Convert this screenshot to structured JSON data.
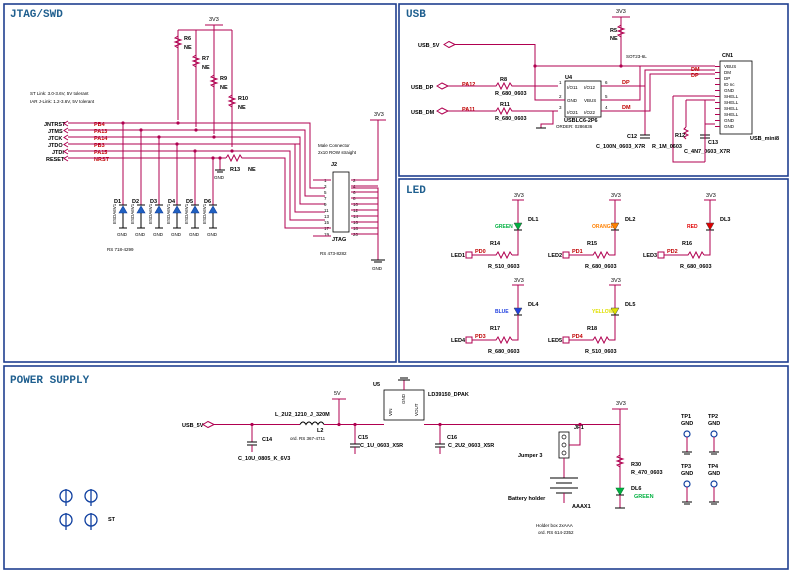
{
  "sections": {
    "jtag": "JTAG/SWD",
    "usb": "USB",
    "led": "LED",
    "power": "POWER SUPPLY"
  },
  "jtag": {
    "vcc": "3V3",
    "vcc2": "3V3",
    "note1": "ST Link: 3.0-3.6V, 5V tolerant",
    "note2": "IAR J-Link: 1.2-3.6V, 5V tolerant",
    "signals": [
      "JNTRST",
      "JTMS",
      "JTCK",
      "JTDO",
      "JTDI",
      "RESET"
    ],
    "pins": [
      "PB4",
      "PA13",
      "PA14",
      "PB3",
      "PA15",
      "NRST"
    ],
    "resistors": [
      {
        "ref": "R6",
        "val": "NE"
      },
      {
        "ref": "R7",
        "val": "NE"
      },
      {
        "ref": "R9",
        "val": "NE"
      },
      {
        "ref": "R10",
        "val": "NE"
      }
    ],
    "r13": {
      "ref": "R13",
      "val": "NE"
    },
    "diodes": [
      "D1",
      "D2",
      "D3",
      "D4",
      "D5",
      "D6"
    ],
    "diode_type": "ESDA6V1",
    "gnd": "GND",
    "diode_order": "RS 718-4299",
    "connector": {
      "ref": "J2",
      "desc1": "Male Connector",
      "desc2": "2x10 ROW straight",
      "name": "JTAG",
      "order": "RS 473-8282",
      "left_pins": [
        "1",
        "3",
        "5",
        "7",
        "9",
        "11",
        "13",
        "15",
        "17",
        "19"
      ],
      "right_pins": [
        "2",
        "4",
        "6",
        "8",
        "10",
        "12",
        "14",
        "16",
        "18",
        "20"
      ]
    }
  },
  "usb": {
    "vcc": "3V3",
    "in_5v": "USB_5V",
    "in_dp": "USB_DP",
    "in_dm": "USB_DM",
    "pa12": "PA12",
    "pa11": "PA11",
    "r5": {
      "ref": "R5",
      "val": "NE"
    },
    "r8": {
      "ref": "R8",
      "val": "R_680_0603"
    },
    "r11": {
      "ref": "R11",
      "val": "R_680_0603"
    },
    "u4": {
      "ref": "U4",
      "name": "USBLC6-2P6",
      "order": "ORDER: 0286836",
      "pin_labels": [
        "I/O11",
        "I/O12",
        "GND",
        "VBUS",
        "I/O21",
        "I/O22"
      ],
      "pins": [
        "1",
        "2",
        "3",
        "4",
        "5",
        "6"
      ]
    },
    "sot": "SOT23-6L",
    "dp": "DP",
    "dm": "DM",
    "c12": {
      "ref": "C12",
      "val": "C_100N_0603_X7R"
    },
    "r12": {
      "ref": "R12",
      "val": "R_1M_0603"
    },
    "c13": {
      "ref": "C13",
      "val": "C_4N7_0603_X7R"
    },
    "cn1": {
      "ref": "CN1",
      "name": "USB_mini8",
      "pins": [
        "VBUS",
        "DM",
        "DP",
        "ID nc",
        "GND",
        "SHELL",
        "SHELL",
        "SHELL",
        "SHELL",
        "GND",
        "GND"
      ]
    },
    "gnd": "GND"
  },
  "led": {
    "vcc": "3V3",
    "items": [
      {
        "ref": "DL1",
        "color_name": "GREEN",
        "color": "#00b040",
        "r": "R14",
        "rval": "R_510_0603",
        "net": "LED1",
        "pin": "PD0"
      },
      {
        "ref": "DL2",
        "color_name": "ORANGE",
        "color": "#ff8000",
        "r": "R15",
        "rval": "R_680_0603",
        "net": "LED2",
        "pin": "PD1"
      },
      {
        "ref": "DL3",
        "color_name": "RED",
        "color": "#e00000",
        "r": "R16",
        "rval": "R_680_0603",
        "net": "LED3",
        "pin": "PD2"
      },
      {
        "ref": "DL4",
        "color_name": "BLUE",
        "color": "#2040e0",
        "r": "R17",
        "rval": "R_680_0603",
        "net": "LED4",
        "pin": "PD3"
      },
      {
        "ref": "DL5",
        "color_name": "YELLOW",
        "color": "#e0e000",
        "r": "R18",
        "rval": "R_510_0603",
        "net": "LED5",
        "pin": "PD4"
      }
    ]
  },
  "power": {
    "in": "USB_5V",
    "l2": {
      "ref": "L2",
      "val": "L_2U2_1210_J_320M",
      "order": "ord. RS 367-4711"
    },
    "v5": "5V",
    "c14": {
      "ref": "C14",
      "val": "C_10U_0805_K_6V3"
    },
    "c15": {
      "ref": "C15",
      "val": "C_1U_0603_X5R"
    },
    "u5": {
      "ref": "U5",
      "name": "LD39150_DPAK",
      "pins": [
        "VIN",
        "GND",
        "VOUT"
      ]
    },
    "c16": {
      "ref": "C16",
      "val": "C_2U2_0603_X5R"
    },
    "v33": "3V3",
    "jp1": {
      "ref": "JP1",
      "name": "Jumper 3"
    },
    "r30": {
      "ref": "R30",
      "val": "R_470_0603"
    },
    "dl6": {
      "ref": "DL6",
      "color": "GREEN"
    },
    "battery": {
      "name": "Battery holder",
      "ref": "AAAX1",
      "holder": "Holder box 2xAAA",
      "order": "ord. RS 614-2352"
    },
    "tps": [
      {
        "ref": "TP1",
        "lbl": "GND"
      },
      {
        "ref": "TP2",
        "lbl": "GND"
      },
      {
        "ref": "TP3",
        "lbl": "GND"
      },
      {
        "ref": "TP4",
        "lbl": "GND"
      }
    ],
    "st": "ST"
  }
}
